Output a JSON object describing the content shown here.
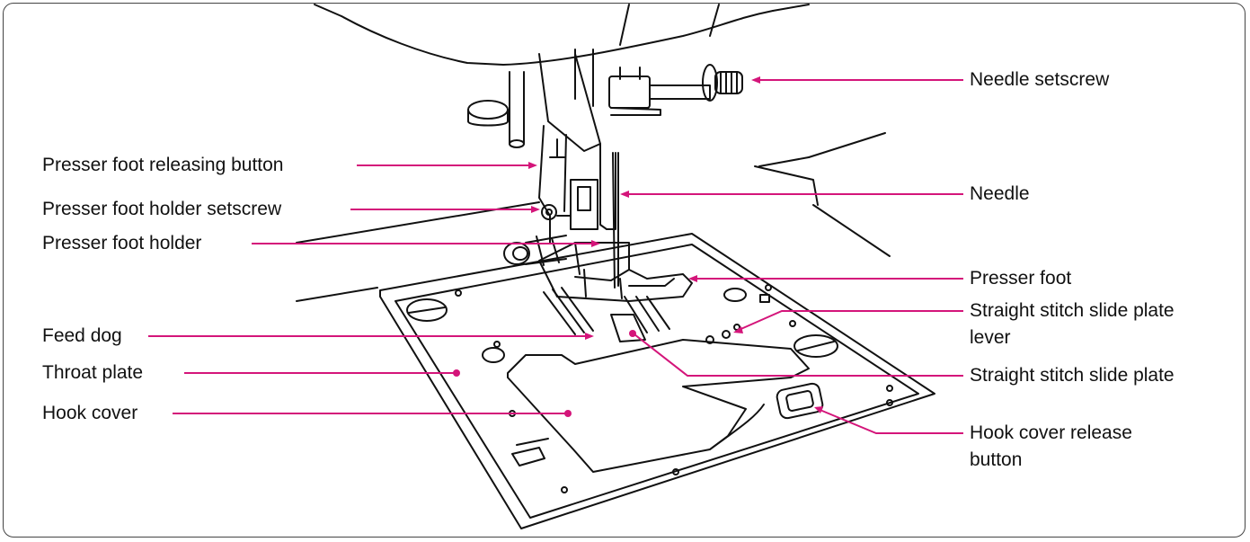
{
  "labels": {
    "presser_foot_releasing_button": "Presser foot releasing button",
    "presser_foot_holder_setscrew": "Presser foot holder setscrew",
    "presser_foot_holder": "Presser foot holder",
    "feed_dog": "Feed dog",
    "throat_plate": "Throat plate",
    "hook_cover": "Hook cover",
    "needle_setscrew": "Needle setscrew",
    "needle": "Needle",
    "presser_foot": "Presser foot",
    "straight_stitch_slide_plate_lever_line1": "Straight stitch slide plate",
    "straight_stitch_slide_plate_lever_line2": "lever",
    "straight_stitch_slide_plate": "Straight stitch slide plate",
    "hook_cover_release_button_line1": "Hook cover release",
    "hook_cover_release_button_line2": "button"
  },
  "colors": {
    "leader_line": "#d4157a",
    "drawing_stroke": "#111111",
    "frame": "#444444"
  }
}
